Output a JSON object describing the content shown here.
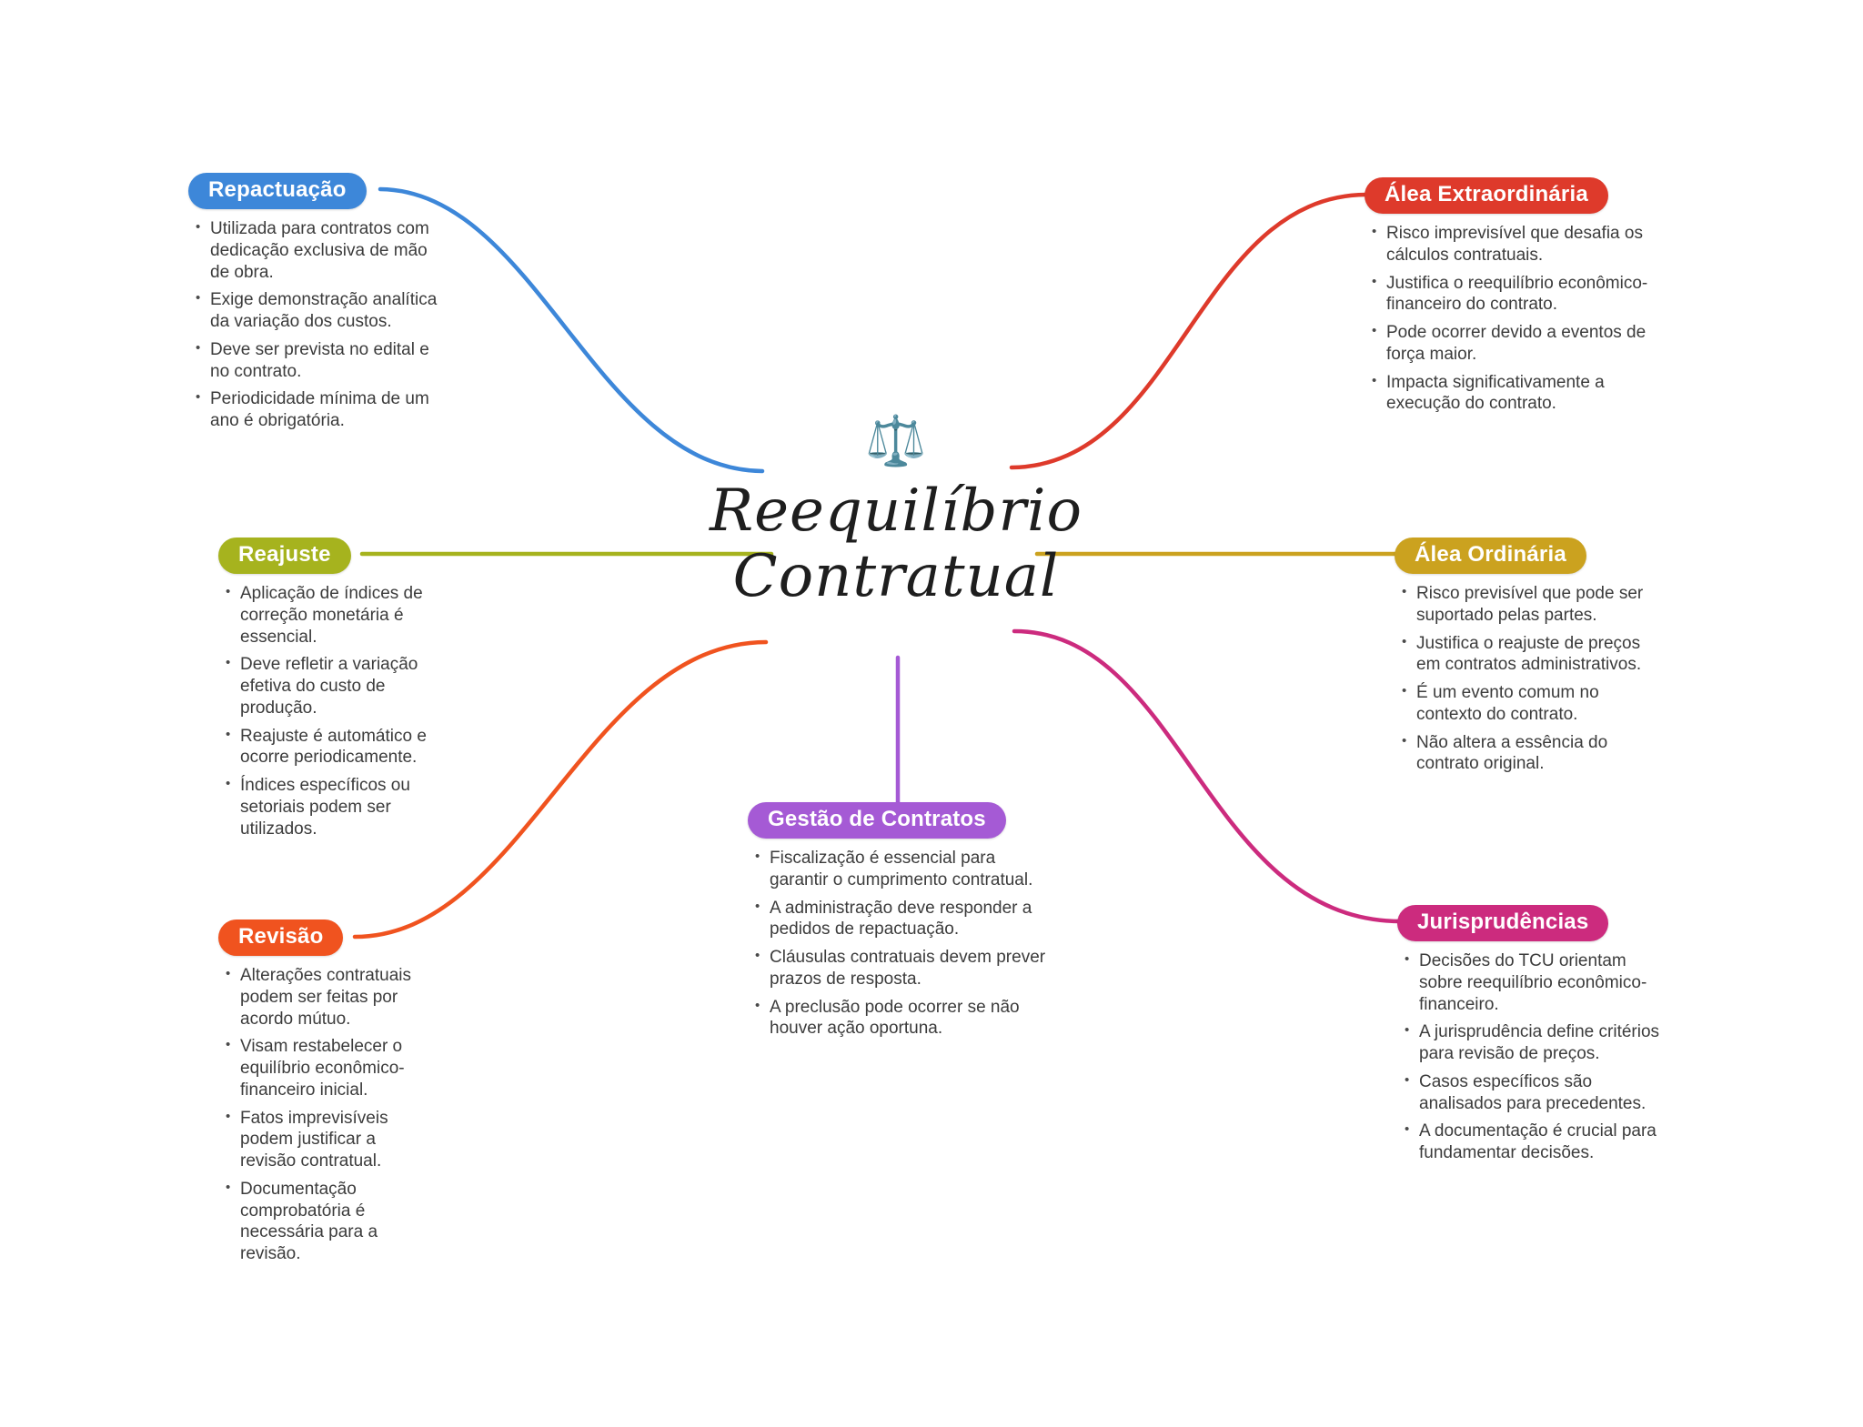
{
  "center": {
    "icon": "⚖️",
    "title_lines": [
      "Reequilíbrio",
      "Contratual"
    ]
  },
  "branches": [
    {
      "id": "repactuacao",
      "label": "Repactuação",
      "color": "#3d87d9",
      "bullets": [
        "Utilizada para contratos com dedicação exclusiva de mão de obra.",
        "Exige demonstração analítica da variação dos custos.",
        "Deve ser prevista no edital e no contrato.",
        "Periodicidade mínima de um ano é obrigatória."
      ]
    },
    {
      "id": "alea-extraordinaria",
      "label": "Álea Extraordinária",
      "color": "#de3a2b",
      "bullets": [
        "Risco imprevisível que desafia os cálculos contratuais.",
        "Justifica o reequilíbrio econômico-financeiro do contrato.",
        "Pode ocorrer devido a eventos de força maior.",
        "Impacta significativamente a execução do contrato."
      ]
    },
    {
      "id": "reajuste",
      "label": "Reajuste",
      "color": "#a6b31e",
      "bullets": [
        "Aplicação de índices de correção monetária é essencial.",
        "Deve refletir a variação efetiva do custo de produção.",
        "Reajuste é automático e ocorre periodicamente.",
        "Índices específicos ou setoriais podem ser utilizados."
      ]
    },
    {
      "id": "alea-ordinaria",
      "label": "Álea Ordinária",
      "color": "#cba21f",
      "bullets": [
        "Risco previsível que pode ser suportado pelas partes.",
        "Justifica o reajuste de preços em contratos administrativos.",
        "É um evento comum no contexto do contrato.",
        "Não altera a essência do contrato original."
      ]
    },
    {
      "id": "revisao",
      "label": "Revisão",
      "color": "#f0531f",
      "bullets": [
        "Alterações contratuais podem ser feitas por acordo mútuo.",
        "Visam restabelecer o equilíbrio econômico-financeiro inicial.",
        "Fatos imprevisíveis podem justificar a revisão contratual.",
        "Documentação comprobatória é necessária para a revisão."
      ]
    },
    {
      "id": "jurisprudencias",
      "label": "Jurisprudências",
      "color": "#cc2b7e",
      "bullets": [
        "Decisões do TCU orientam sobre reequilíbrio econômico-financeiro.",
        "A jurisprudência define critérios para revisão de preços.",
        "Casos específicos são analisados para precedentes.",
        "A documentação é crucial para fundamentar decisões."
      ]
    },
    {
      "id": "gestao-de-contratos",
      "label": "Gestão de Contratos",
      "color": "#a55ad5",
      "bullets": [
        "Fiscalização é essencial para garantir o cumprimento contratual.",
        "A administração deve responder a pedidos de repactuação.",
        "Cláusulas contratuais devem prever prazos de resposta.",
        "A preclusão pode ocorrer se não houver ação oportuna."
      ]
    }
  ]
}
